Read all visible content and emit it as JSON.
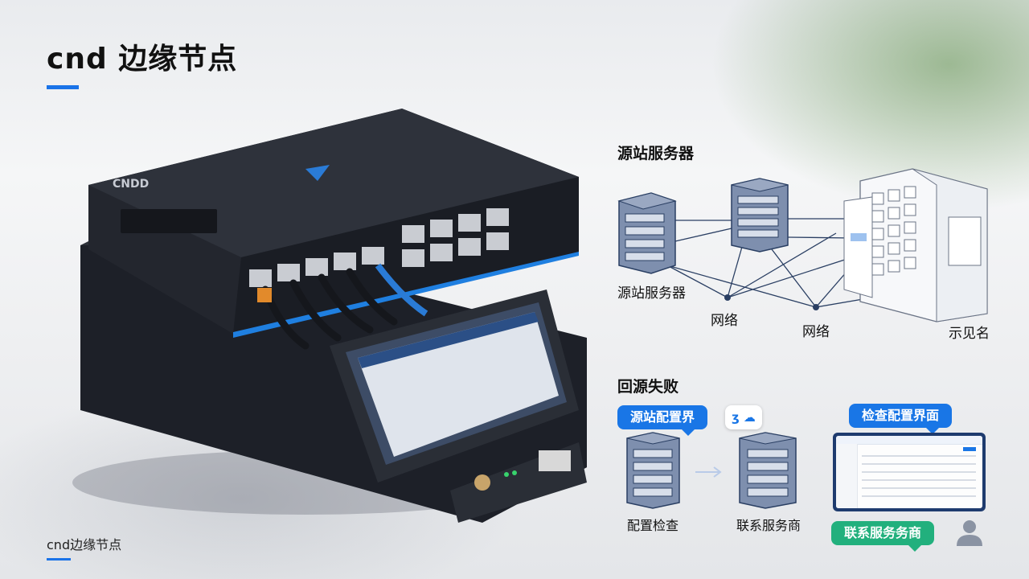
{
  "page": {
    "title": "cnd 边缘节点",
    "footer": "cnd边缘节点"
  },
  "colors": {
    "accent": "#1a73e8",
    "bubble_blue": "#1976e6",
    "bubble_green": "#22b07d",
    "line": "#2a3f63"
  },
  "device": {
    "brand": "CNDD"
  },
  "top_diagram": {
    "heading": "源站服务器",
    "labels": {
      "origin": "源站服务器",
      "network1": "网络",
      "network2": "网络",
      "display": "示见名"
    }
  },
  "bottom_diagram": {
    "heading": "回源失败",
    "bubble_config": "源站配置界",
    "mini_icon": "ʒ ☁",
    "bubble_check": "检查配置界面",
    "label_check": "配置检查",
    "label_contact": "联系服务商",
    "bubble_contact": "联系服务务商"
  },
  "icons": [
    "server-icon",
    "rack-icon",
    "arrow-right-icon",
    "monitor-icon",
    "user-icon"
  ]
}
